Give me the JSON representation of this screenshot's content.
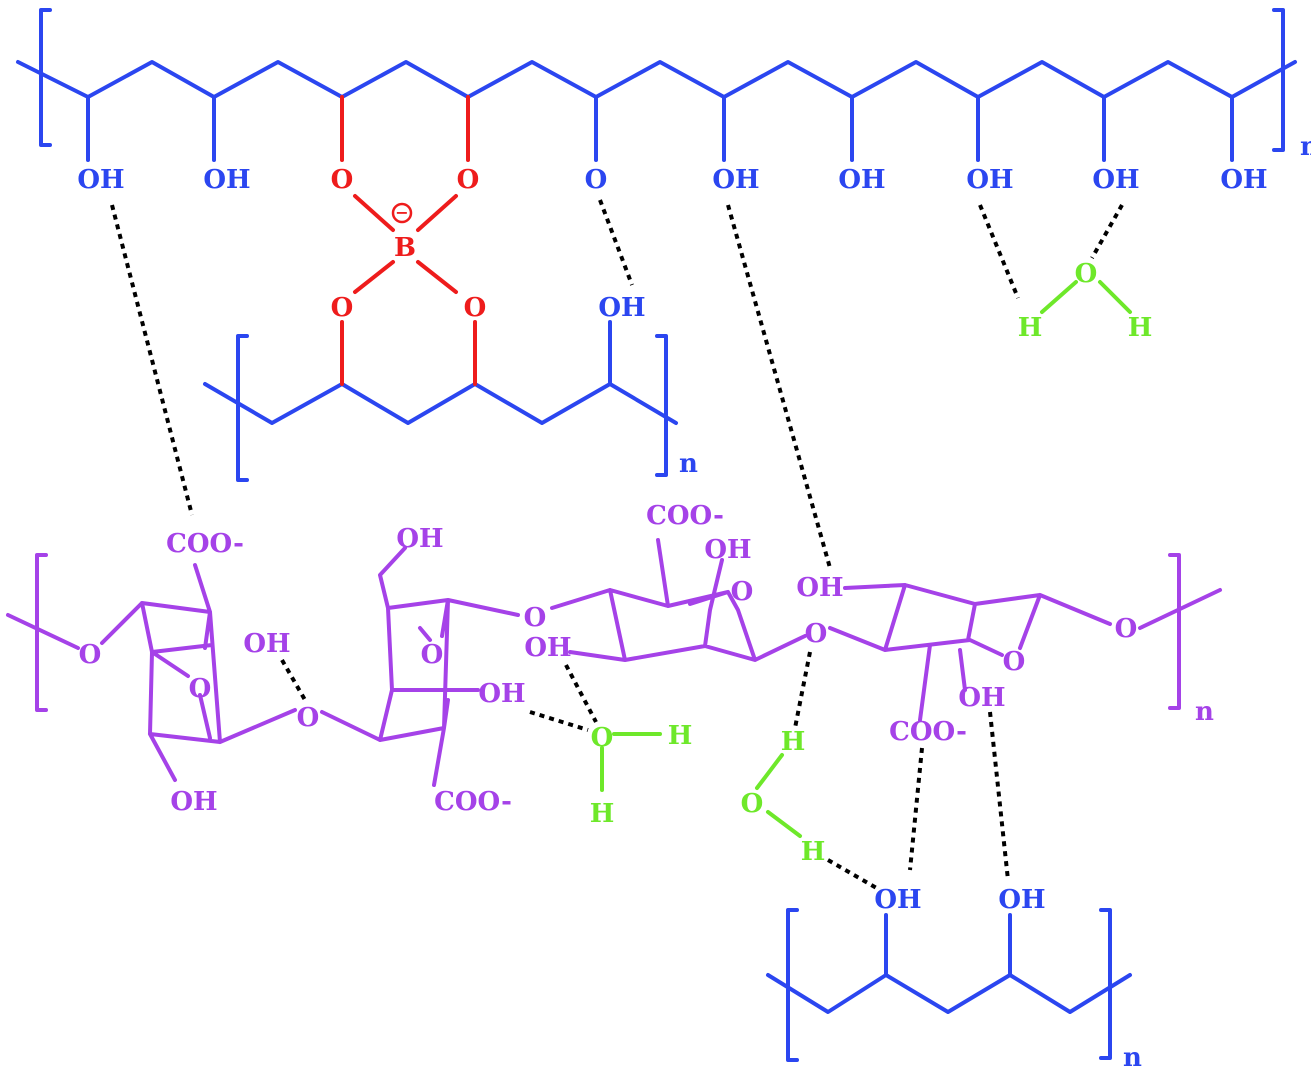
{
  "colors": {
    "pva": "#2b46f0",
    "borate": "#ee1c1c",
    "alginate": "#a542e8",
    "water": "#6ee82a",
    "hbond": "#000000"
  },
  "labels": {
    "hydroxyl": "OH",
    "oxygen": "O",
    "hydrogen": "H",
    "boron": "B",
    "carboxylate": "COO-",
    "repeat_n": "n",
    "boron_charge": "−"
  }
}
